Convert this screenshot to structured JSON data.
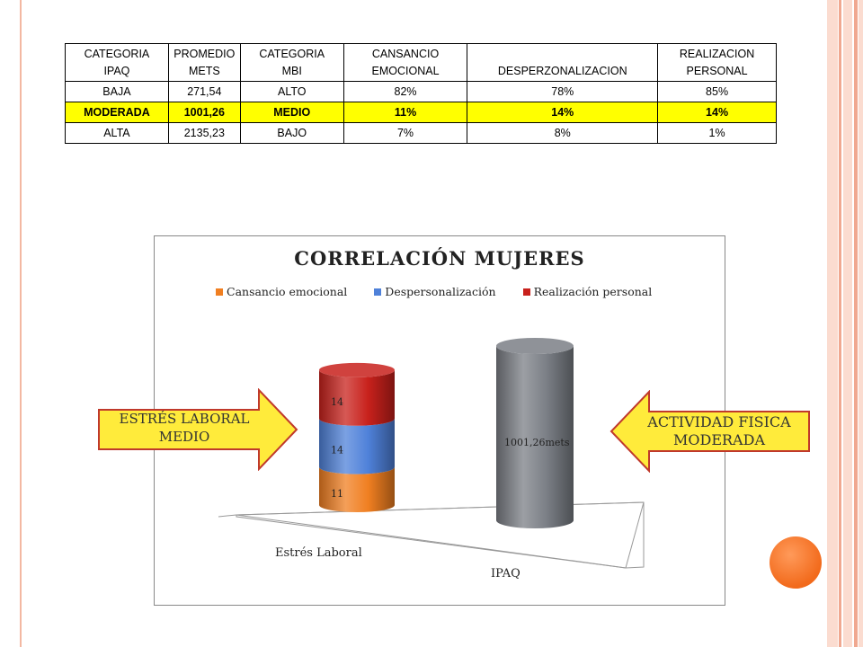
{
  "table": {
    "headers": [
      [
        "CATEGORIA",
        "IPAQ"
      ],
      [
        "PROMEDIO",
        "METS"
      ],
      [
        "CATEGORIA",
        "MBI"
      ],
      [
        "CANSANCIO",
        "EMOCIONAL"
      ],
      [
        "",
        "DESPERZONALIZACION"
      ],
      [
        "REALIZACION",
        "PERSONAL"
      ]
    ],
    "rows": [
      [
        "BAJA",
        "271,54",
        "ALTO",
        "82%",
        "78%",
        "85%"
      ],
      [
        "MODERADA",
        "1001,26",
        "MEDIO",
        "11%",
        "14%",
        "14%"
      ],
      [
        "ALTA",
        "2135,23",
        "BAJO",
        "7%",
        "8%",
        "1%"
      ]
    ],
    "highlight_color": "#ffff00"
  },
  "chart_data": {
    "type": "bar",
    "title": "CORRELACIÓN MUJERES",
    "categories": [
      "Estrés Laboral",
      "IPAQ"
    ],
    "series": [
      {
        "name": "Cansancio emocional",
        "values": [
          11,
          null
        ],
        "color": "#f07f21"
      },
      {
        "name": "Despersonalización",
        "values": [
          14,
          null
        ],
        "color": "#4f81d9"
      },
      {
        "name": "Realización personal",
        "values": [
          14,
          null
        ],
        "color": "#c8211c"
      }
    ],
    "single_bar": {
      "category": "IPAQ",
      "value": 1001.26,
      "label": "1001,26mets",
      "color": "#7b7f86"
    },
    "data_labels": [
      "11",
      "14",
      "14"
    ],
    "legend_position": "top",
    "stacked": true,
    "style": "3d-cylinder"
  },
  "callouts": {
    "left": {
      "line1": "ESTRÉS LABORAL",
      "line2": "MEDIO"
    },
    "right": {
      "line1": "ACTIVIDAD FISICA",
      "line2": "MODERADA"
    },
    "fill": "#ffeb3b",
    "stroke": "#c0392b"
  },
  "decor": {
    "accent": "#f26a1b",
    "stripe": "#fbdcd0"
  }
}
